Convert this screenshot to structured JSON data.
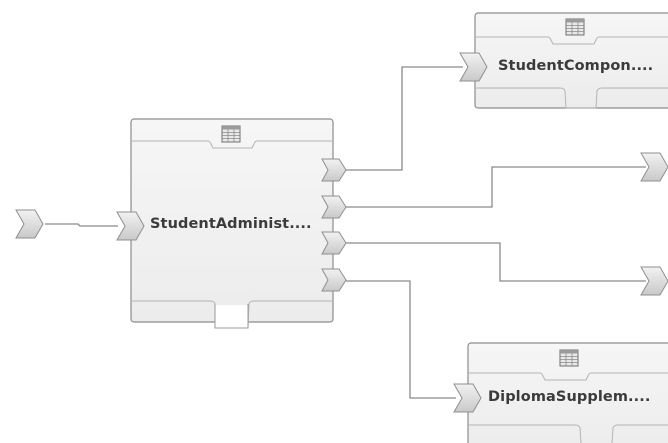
{
  "diagram": {
    "nodes": [
      {
        "id": "student-administration",
        "label": "StudentAdminist....",
        "icon": "table-icon"
      },
      {
        "id": "student-component",
        "label": "StudentCompon....",
        "icon": "table-icon"
      },
      {
        "id": "diploma-supplement",
        "label": "DiplomaSupplem....",
        "icon": "table-icon"
      }
    ],
    "ports": {
      "input_icon": "chevron-port-icon",
      "output_icon": "chevron-port-icon"
    },
    "colors": {
      "node_fill": "#f2f2f2",
      "node_border": "#8c8c8c",
      "connector": "#8a8a8a",
      "port_fill": "#dcdcdc"
    }
  }
}
